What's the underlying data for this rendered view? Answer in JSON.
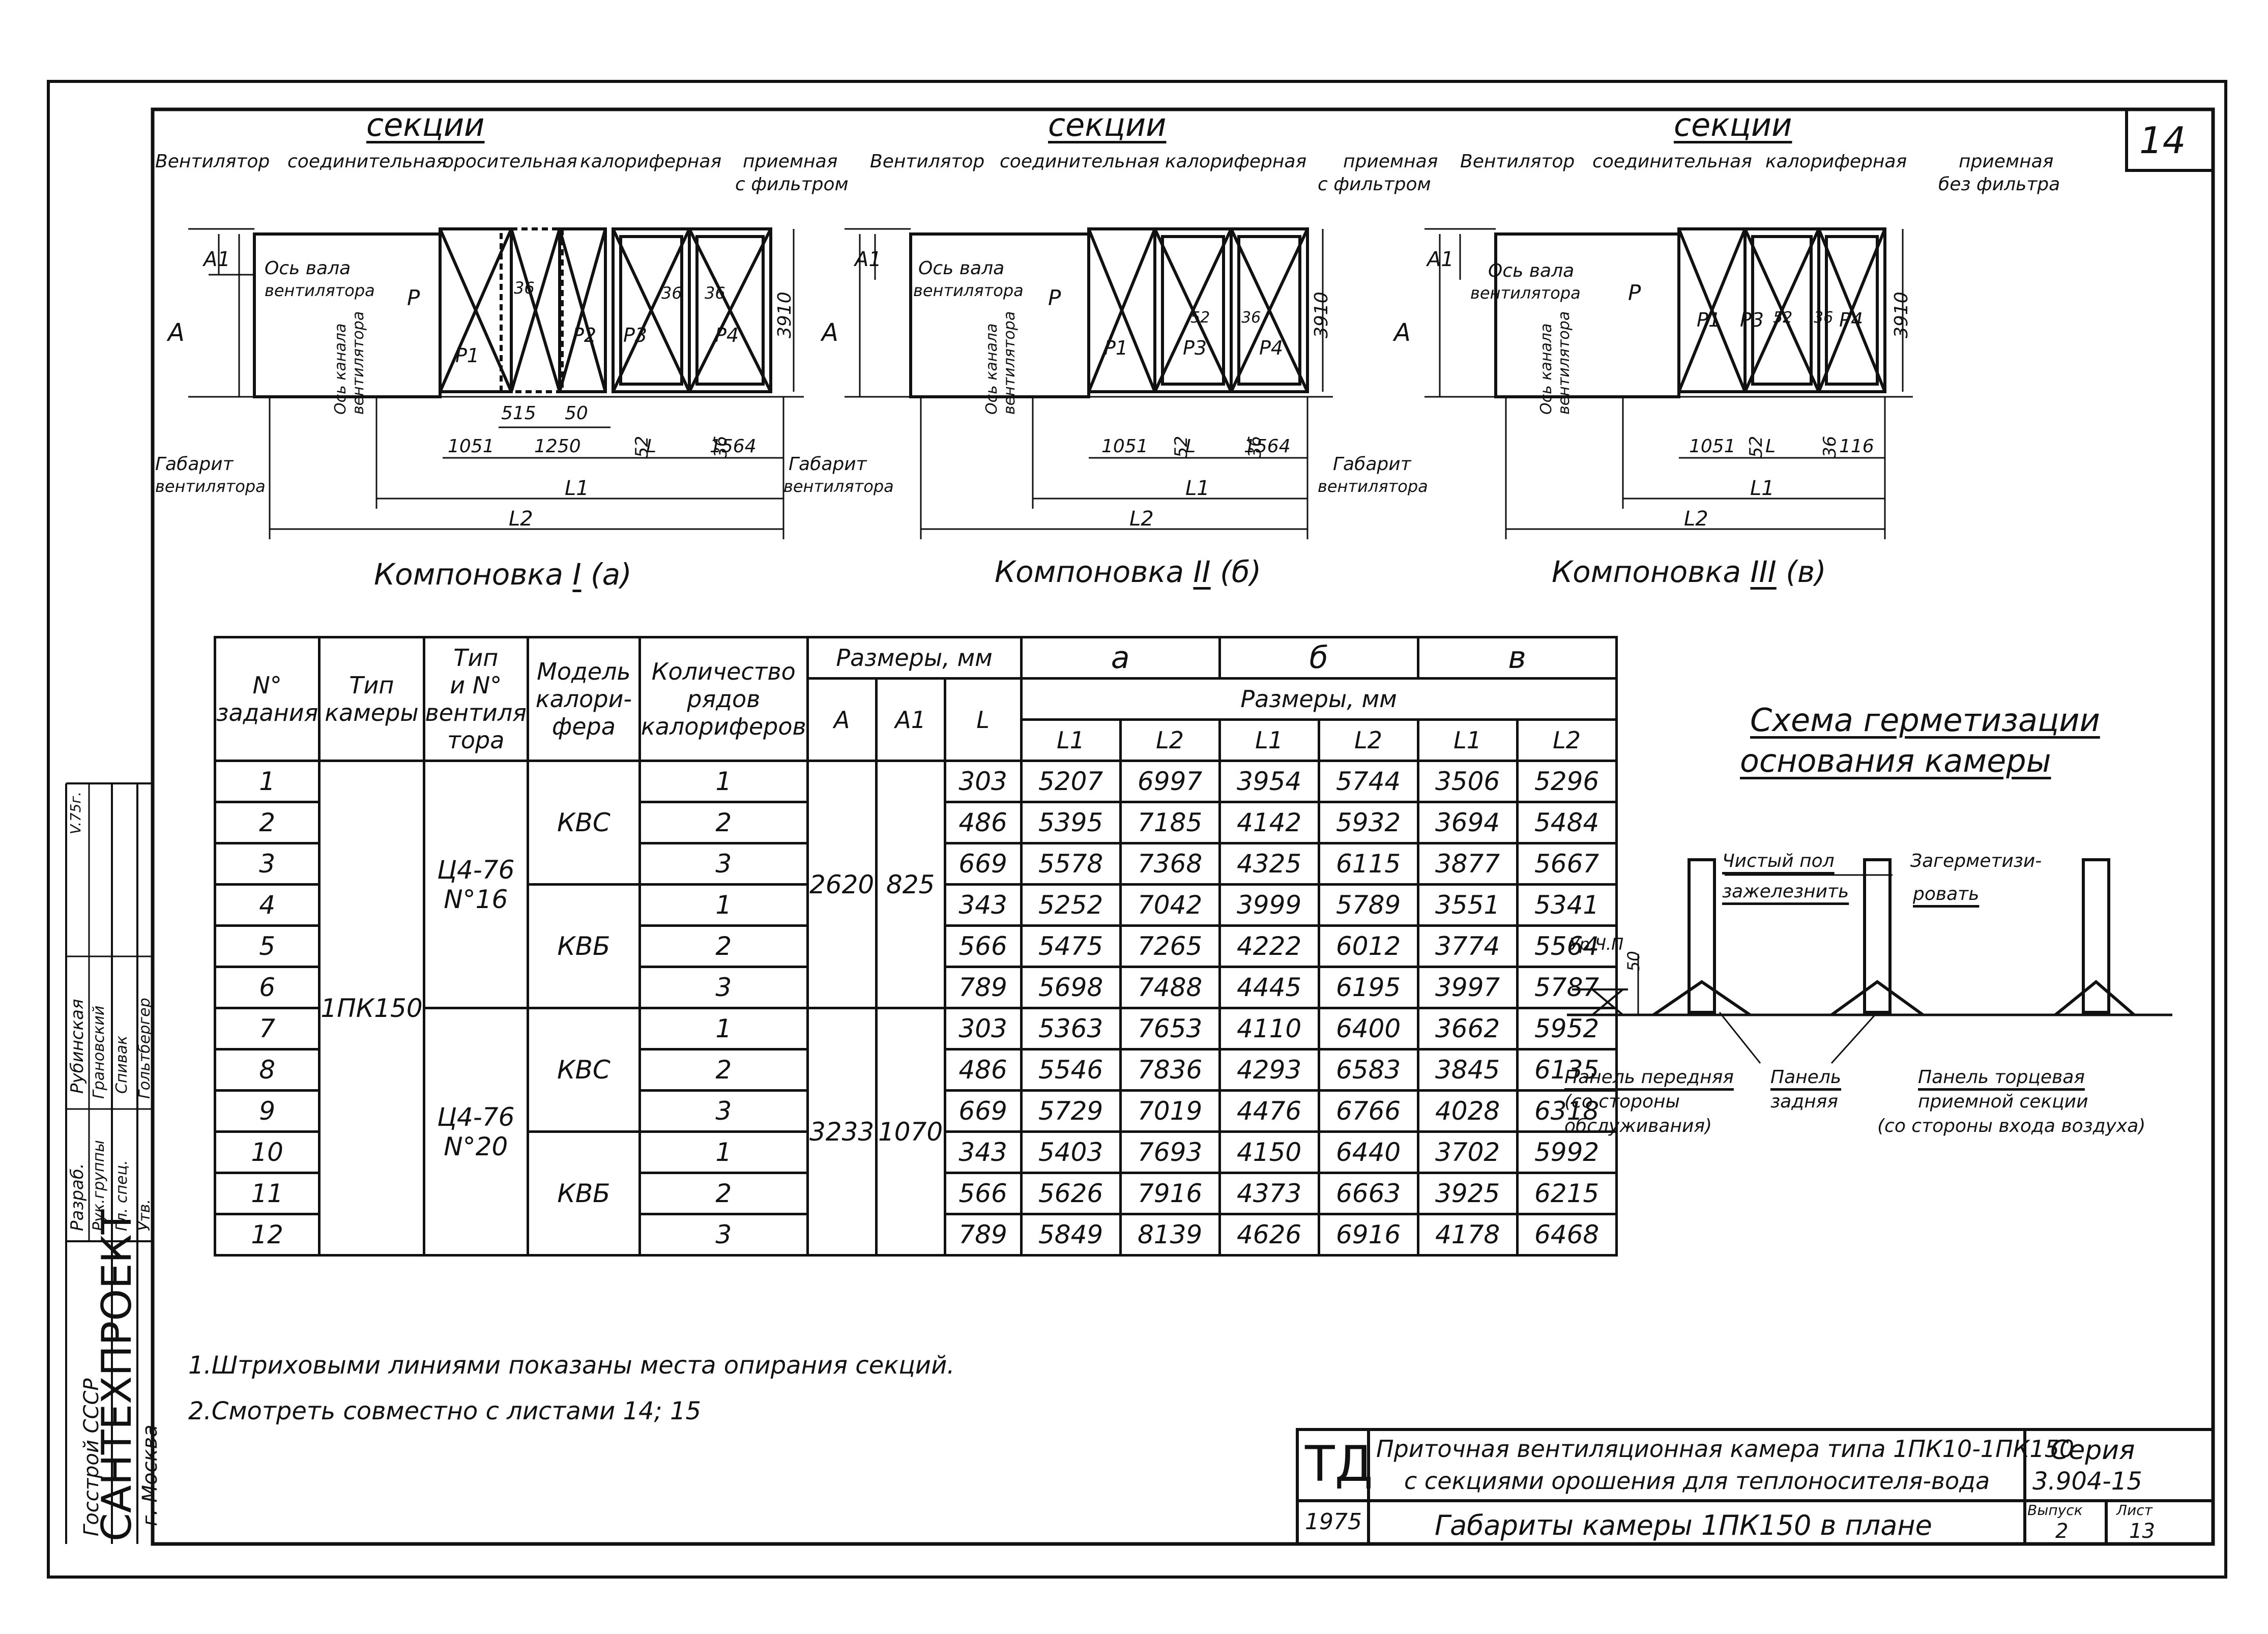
{
  "page_number": "14",
  "layouts": [
    {
      "title": "Компоновка",
      "numeral": "I",
      "suffix": "(а)",
      "sections_heading": "секции",
      "section_labels": [
        "Вентилятор",
        "соединительная",
        "оросительная",
        "калориферная",
        "приемная",
        "с фильтром"
      ],
      "axis_fan": [
        "Ось вала",
        "вентилятора"
      ],
      "axis_channel": [
        "Ось канала",
        "вентилятора"
      ],
      "fan_envelope": [
        "Габарит",
        "вентилятора"
      ],
      "symbols": [
        "А",
        "А1",
        "Р",
        "Р1",
        "Р2",
        "Р3",
        "Р4",
        "36",
        "36",
        "36"
      ],
      "dims": [
        "515",
        "50",
        "52",
        "36",
        "1051",
        "1250",
        "L",
        "1564",
        "L1",
        "L2",
        "3910"
      ]
    },
    {
      "title": "Компоновка",
      "numeral": "II",
      "suffix": "(б)",
      "sections_heading": "секции",
      "section_labels": [
        "Вентилятор",
        "соединительная",
        "калориферная",
        "приемная",
        "с фильтром"
      ],
      "axis_fan": [
        "Ось вала",
        "вентилятора"
      ],
      "axis_channel": [
        "Ось канала",
        "вентилятора"
      ],
      "fan_envelope": [
        "Габарит",
        "вентилятора"
      ],
      "symbols": [
        "А",
        "А1",
        "Р",
        "Р1",
        "Р3",
        "Р4",
        "52",
        "36"
      ],
      "dims": [
        "52",
        "36",
        "1051",
        "L",
        "1564",
        "L1",
        "L2",
        "3910"
      ]
    },
    {
      "title": "Компоновка",
      "numeral": "III",
      "suffix": "(в)",
      "sections_heading": "секции",
      "section_labels": [
        "Вентилятор",
        "соединительная",
        "калориферная",
        "приемная",
        "без фильтра"
      ],
      "axis_fan": [
        "Ось вала",
        "вентилятора"
      ],
      "axis_channel": [
        "Ось канала",
        "вентилятора"
      ],
      "fan_envelope": [
        "Габарит",
        "вентилятора"
      ],
      "symbols": [
        "А",
        "А1",
        "Р",
        "Р1",
        "Р3",
        "Р4",
        "52",
        "36"
      ],
      "dims": [
        "52",
        "36",
        "1051",
        "L",
        "116",
        "L1",
        "L2",
        "3910"
      ]
    }
  ],
  "table": {
    "headers": {
      "no": [
        "N°",
        "задания"
      ],
      "camera_type": [
        "Тип",
        "камеры"
      ],
      "fan_type": [
        "Тип",
        "и N°",
        "вентиля",
        "тора"
      ],
      "heater_model": [
        "Модель",
        "калори-",
        "фера"
      ],
      "rows_count": [
        "Количество",
        "рядов",
        "калориферов"
      ],
      "sizes": "Размеры, мм",
      "a": "а",
      "b": "б",
      "v": "в",
      "sizes2": "Размеры, мм",
      "A": "А",
      "A1": "А1",
      "L": "L",
      "L1": "L1",
      "L2": "L2"
    },
    "camera": "1ПК150",
    "fans": [
      "Ц4-76",
      "N°16",
      "Ц4-76",
      "N°20"
    ],
    "models": [
      "КВС",
      "КВБ",
      "КВС",
      "КВБ"
    ],
    "A_values": [
      "2620",
      "3233"
    ],
    "A1_values": [
      "825",
      "1070"
    ],
    "rows": [
      [
        "1",
        "1",
        "303",
        "5207",
        "6997",
        "3954",
        "5744",
        "3506",
        "5296"
      ],
      [
        "2",
        "2",
        "486",
        "5395",
        "7185",
        "4142",
        "5932",
        "3694",
        "5484"
      ],
      [
        "3",
        "3",
        "669",
        "5578",
        "7368",
        "4325",
        "6115",
        "3877",
        "5667"
      ],
      [
        "4",
        "1",
        "343",
        "5252",
        "7042",
        "3999",
        "5789",
        "3551",
        "5341"
      ],
      [
        "5",
        "2",
        "566",
        "5475",
        "7265",
        "4222",
        "6012",
        "3774",
        "5564"
      ],
      [
        "6",
        "3",
        "789",
        "5698",
        "7488",
        "4445",
        "6195",
        "3997",
        "5787"
      ],
      [
        "7",
        "1",
        "303",
        "5363",
        "7653",
        "4110",
        "6400",
        "3662",
        "5952"
      ],
      [
        "8",
        "2",
        "486",
        "5546",
        "7836",
        "4293",
        "6583",
        "3845",
        "6135"
      ],
      [
        "9",
        "3",
        "669",
        "5729",
        "7019",
        "4476",
        "6766",
        "4028",
        "6318"
      ],
      [
        "10",
        "1",
        "343",
        "5403",
        "7693",
        "4150",
        "6440",
        "3702",
        "5992"
      ],
      [
        "11",
        "2",
        "566",
        "5626",
        "7916",
        "4373",
        "6663",
        "3925",
        "6215"
      ],
      [
        "12",
        "3",
        "789",
        "5849",
        "8139",
        "4626",
        "6916",
        "4178",
        "6468"
      ]
    ]
  },
  "sealing": {
    "title": [
      "Схема герметизации",
      "основания камеры"
    ],
    "floor_mark": "Ур.Ч.П",
    "dim": "50",
    "clean_floor": [
      "Чистый пол",
      "зажелезнить"
    ],
    "seal": [
      "Загерметизи-",
      "ровать"
    ],
    "panels": [
      [
        "Панель передняя",
        "(со стороны",
        "обслуживания)"
      ],
      [
        "Панель",
        "задняя"
      ],
      [
        "Панель торцевая",
        "приемной секции",
        "(со стороны входа воздуха)"
      ]
    ]
  },
  "notes": [
    "1.Штриховыми линиями показаны места опирания секций.",
    "2.Смотреть совместно с листами 14; 15"
  ],
  "stamp": {
    "org": [
      "Госстрой",
      "СССР"
    ],
    "company": "САНТЕХПРОЕКТ",
    "city": "г. Москва",
    "roles": [
      "Разраб.",
      "Рук.группы",
      "Гл. спец.",
      "Утв."
    ],
    "names": [
      "Рубинская",
      "Грановский",
      "Спивак",
      "Гольтбергер"
    ],
    "date": "V.75г."
  },
  "title_block": {
    "td": "ТД",
    "year": "1975",
    "title1": "Приточная вентиляционная камера типа 1ПК10-1ПК150",
    "title2": "с секциями орошения для теплоносителя-вода",
    "subtitle": "Габариты камеры 1ПК150 в плане",
    "series_label": "Серия",
    "series": "3.904-15",
    "issue_label": "Выпуск",
    "issue": "2",
    "sheet_label": "Лист",
    "sheet": "13"
  }
}
